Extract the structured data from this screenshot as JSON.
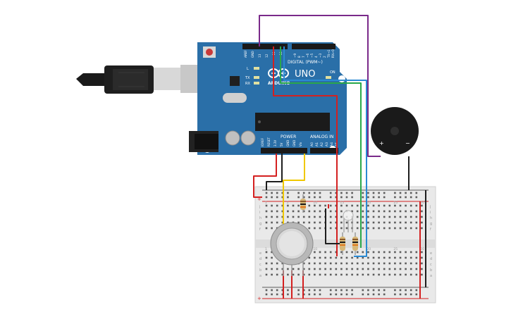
{
  "board": {
    "name": "UNO",
    "brand": "ARDUINO",
    "header_digital": "DIGITAL (PWM~)",
    "header_power": "POWER",
    "header_analog": "ANALOG IN",
    "led_l": "L",
    "led_tx": "TX",
    "led_rx": "RX",
    "led_on": "ON",
    "digital_pins": [
      "AREF",
      "GND",
      "13",
      "12",
      "~11",
      "~10",
      "~9",
      "8",
      "7",
      "~6",
      "~5",
      "4",
      "~3",
      "2",
      "TX→1",
      "RX←0"
    ],
    "power_pins": [
      "IOREF",
      "RESET",
      "3.3V",
      "5V",
      "GND",
      "GND",
      "Vin"
    ],
    "analog_pins": [
      "A0",
      "A1",
      "A2",
      "A3",
      "A4",
      "A5"
    ]
  },
  "buzzer": {
    "plus": "+",
    "minus": "−"
  },
  "breadboard": {
    "row_letters_top": [
      "j",
      "i",
      "h",
      "g",
      "f"
    ],
    "row_letters_bottom": [
      "e",
      "d",
      "c",
      "b",
      "a"
    ],
    "column_numbers": [
      "1",
      "5",
      "10",
      "15",
      "20",
      "25",
      "30"
    ],
    "rail_plus": "+",
    "rail_minus": "−"
  },
  "colors": {
    "board": "#2a6fa8",
    "wire_red": "#d42020",
    "wire_black": "#1e1e1e",
    "wire_yellow": "#f0c800",
    "wire_purple": "#7a2a8a",
    "wire_green": "#2aa84a",
    "wire_blue": "#2a8ad4"
  }
}
